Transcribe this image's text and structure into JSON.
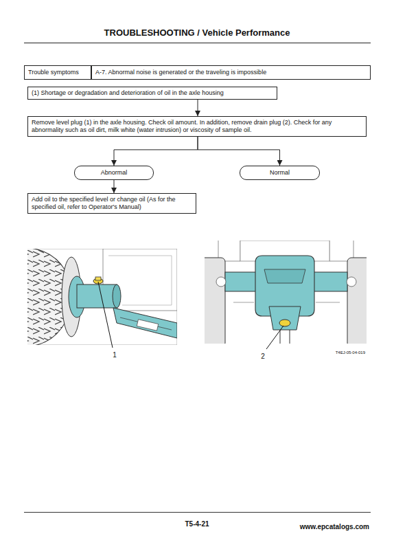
{
  "diagram": {
    "title": "TROUBLESHOOTING / Vehicle Performance",
    "nodes": [
      {
        "text": [
          "Trouble symptoms"
        ]
      },
      {
        "text": [
          "A-7. Abnormal noise is generated or the traveling is impossible"
        ]
      },
      {
        "text": [
          "(1) Shortage or degradation and deterioration of oil in the axle housing"
        ]
      },
      {
        "text": [
          "Remove level plug (1) in the axle housing. Check oil amount. In addition, remove drain plug (2). Check for any abnormality such as oil dirt, milk white (water intrusion) or viscosity of sample oil."
        ]
      },
      {
        "text": [
          "Abnormal"
        ]
      },
      {
        "text": [
          "Normal"
        ]
      },
      {
        "text": [
          "Add oil to the specified level or change oil (As for the specified oil, refer to Operator's Manual)"
        ]
      }
    ],
    "edges": [
      {
        "from": 2,
        "to": 3,
        "arrow": "to"
      },
      {
        "from": 3,
        "to": 4,
        "arrow": "to"
      },
      {
        "from": 3,
        "to": 5,
        "arrow": "to"
      },
      {
        "from": 4,
        "to": 6,
        "arrow": "to"
      }
    ],
    "labels": [
      "1",
      "2",
      "T4EJ-05-04-019",
      "T5-4-21",
      "www.epcatalogs.com"
    ]
  }
}
